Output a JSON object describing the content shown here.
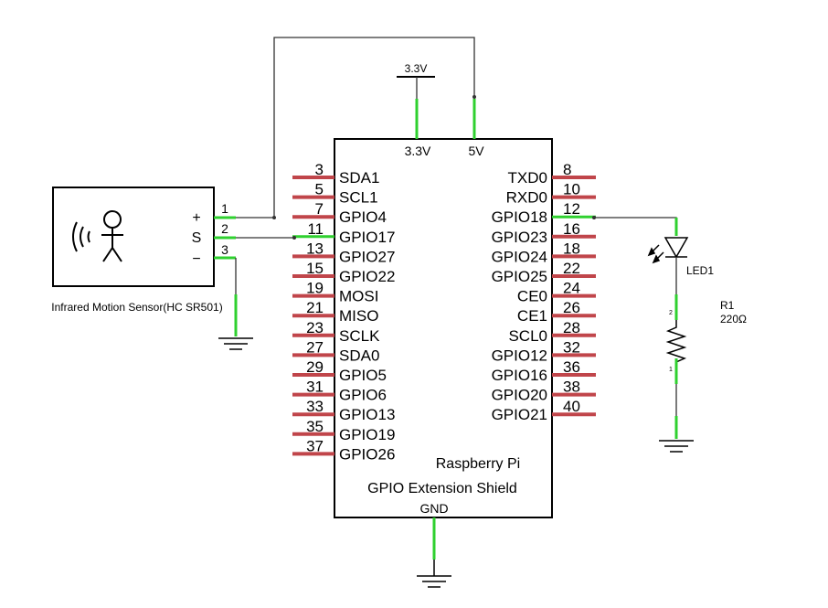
{
  "board": {
    "title_line1": "Raspberry Pi",
    "title_line2": "GPIO Extension Shield",
    "power_3v3": "3.3V",
    "power_5v": "5V",
    "gnd": "GND",
    "left_pins": [
      {
        "num": "3",
        "name": "SDA1"
      },
      {
        "num": "5",
        "name": "SCL1"
      },
      {
        "num": "7",
        "name": "GPIO4"
      },
      {
        "num": "11",
        "name": "GPIO17"
      },
      {
        "num": "13",
        "name": "GPIO27"
      },
      {
        "num": "15",
        "name": "GPIO22"
      },
      {
        "num": "19",
        "name": "MOSI"
      },
      {
        "num": "21",
        "name": "MISO"
      },
      {
        "num": "23",
        "name": "SCLK"
      },
      {
        "num": "27",
        "name": "SDA0"
      },
      {
        "num": "29",
        "name": "GPIO5"
      },
      {
        "num": "31",
        "name": "GPIO6"
      },
      {
        "num": "33",
        "name": "GPIO13"
      },
      {
        "num": "35",
        "name": "GPIO19"
      },
      {
        "num": "37",
        "name": "GPIO26"
      }
    ],
    "right_pins": [
      {
        "num": "8",
        "name": "TXD0"
      },
      {
        "num": "10",
        "name": "RXD0"
      },
      {
        "num": "12",
        "name": "GPIO18"
      },
      {
        "num": "16",
        "name": "GPIO23"
      },
      {
        "num": "18",
        "name": "GPIO24"
      },
      {
        "num": "22",
        "name": "GPIO25"
      },
      {
        "num": "24",
        "name": "CE0"
      },
      {
        "num": "26",
        "name": "CE1"
      },
      {
        "num": "28",
        "name": "SCL0"
      },
      {
        "num": "32",
        "name": "GPIO12"
      },
      {
        "num": "36",
        "name": "GPIO16"
      },
      {
        "num": "38",
        "name": "GPIO20"
      },
      {
        "num": "40",
        "name": "GPIO21"
      }
    ]
  },
  "supply": {
    "label": "3.3V"
  },
  "sensor": {
    "caption": "Infrared Motion Sensor(HC SR501)",
    "pins": [
      {
        "num": "1",
        "symbol": "+"
      },
      {
        "num": "2",
        "symbol": "S"
      },
      {
        "num": "3",
        "symbol": "−"
      }
    ]
  },
  "led": {
    "label": "LED1"
  },
  "resistor": {
    "label": "R1",
    "value": "220Ω",
    "pin_top": "2",
    "pin_bottom": "1"
  },
  "colors": {
    "wire": "#333333",
    "pin_connected": "#2fd02f",
    "pin_unconnected": "#c0454a"
  }
}
